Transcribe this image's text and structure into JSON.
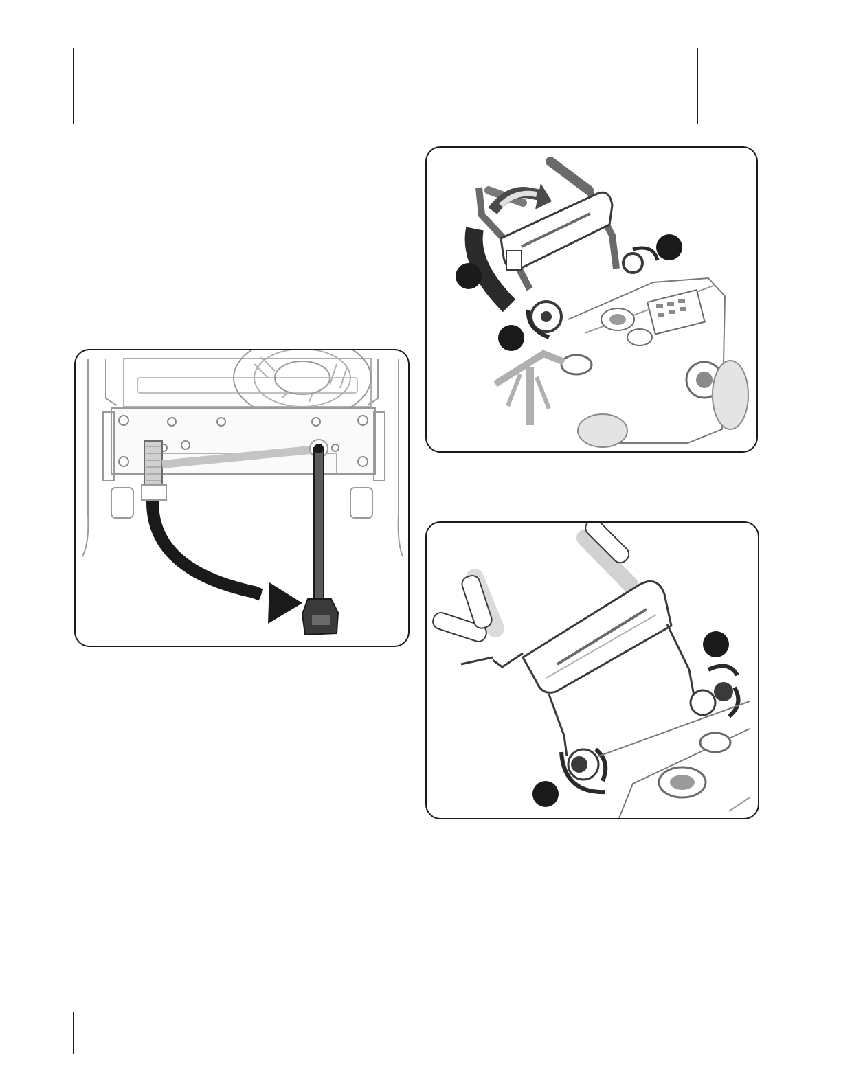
{
  "page": {
    "colors": {
      "ink": "#1a1a1a",
      "line_gray": "#9a9a9a",
      "light_gray": "#d9d9d9",
      "paper": "#ffffff"
    }
  },
  "figures": [
    {
      "id": "figure-auger-control",
      "callouts": []
    },
    {
      "id": "figure-handle-fold",
      "callouts": [
        {
          "id": "callout-a"
        },
        {
          "id": "callout-b"
        },
        {
          "id": "callout-c"
        }
      ]
    },
    {
      "id": "figure-handle-knobs",
      "callouts": [
        {
          "id": "callout-a"
        },
        {
          "id": "callout-b"
        }
      ]
    }
  ]
}
